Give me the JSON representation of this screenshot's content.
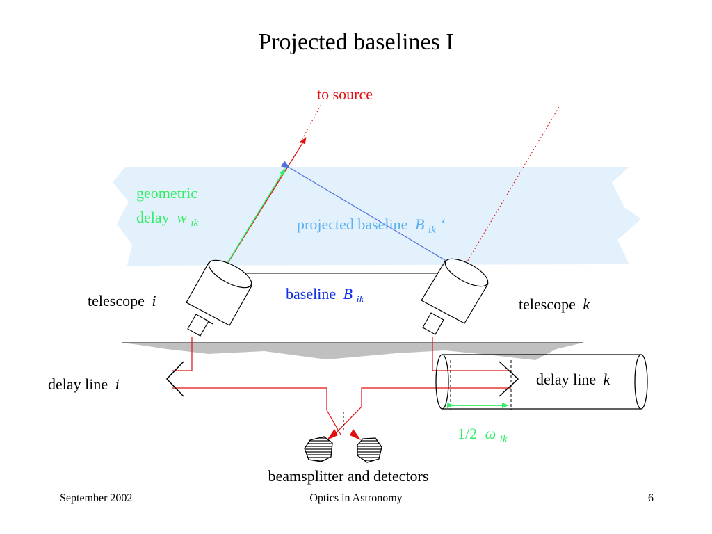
{
  "slide": {
    "title": "Projected baselines I"
  },
  "labels": {
    "to_source": "to source",
    "geometric_delay_line1": "geometric",
    "geometric_delay_line2": "delay",
    "geometric_delay_var": "w",
    "geometric_delay_sub": "ik",
    "projected_baseline_text": "projected baseline",
    "projected_baseline_var": "B",
    "projected_baseline_sub": "ik",
    "projected_baseline_prime": "‘",
    "baseline_text": "baseline",
    "baseline_var": "B",
    "baseline_sub": "ik",
    "telescope_i_text": "telescope",
    "telescope_i_var": "i",
    "telescope_k_text": "telescope",
    "telescope_k_var": "k",
    "delay_line_i_text": "delay line",
    "delay_line_i_var": "i",
    "delay_line_k_text": "delay line",
    "delay_line_k_var": "k",
    "half_omega_text": "1/2",
    "half_omega_var": "ω",
    "half_omega_sub": "ik",
    "beamsplitter": "beamsplitter and detectors"
  },
  "footer": {
    "date": "September 2002",
    "course": "Optics in Astronomy",
    "page": "6"
  },
  "colors": {
    "red": "#e01010",
    "green": "#33ee66",
    "blue": "#1030e0",
    "light_blue": "#5ab0f0",
    "sky_band": "#e2f1fb",
    "ground": "#c0c0c0"
  }
}
